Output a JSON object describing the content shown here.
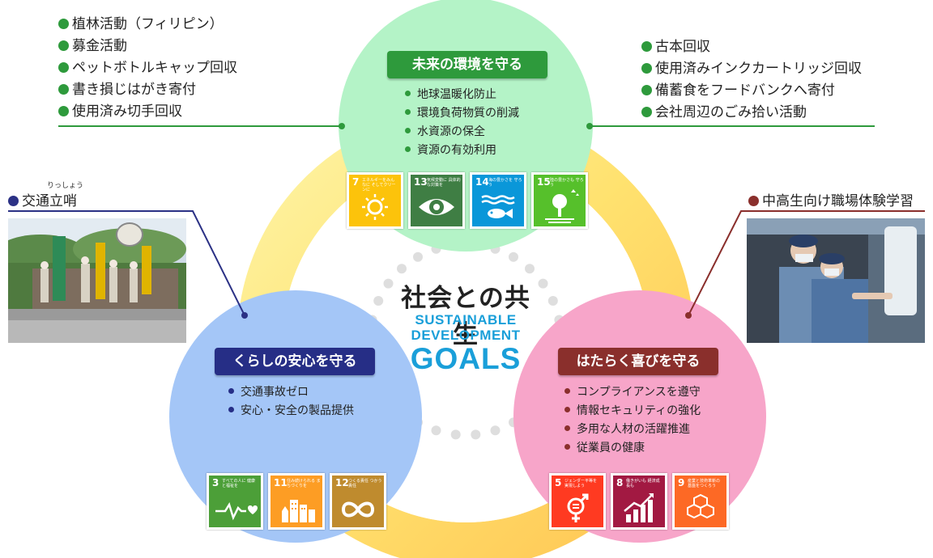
{
  "center_title": "社会との共生",
  "sdg_logo": {
    "line1": "SUSTAINABLE",
    "line2": "DEVELOPMENT",
    "line3": "GOALS"
  },
  "top_left_list": [
    "植林活動（フィリピン）",
    "募金活動",
    "ペットボトルキャップ回収",
    "書き損じはがき寄付",
    "使用済み切手回収"
  ],
  "top_right_list": [
    "古本回収",
    "使用済みインクカートリッジ回収",
    "備蓄食をフードバンクへ寄付",
    "会社周辺のごみ拾い活動"
  ],
  "left_label": {
    "text": "交通立哨",
    "ruby": "りっしょう"
  },
  "right_label": {
    "text": "中高生向け職場体験学習"
  },
  "environment": {
    "title": "未来の環境を守る",
    "items": [
      "地球温暖化防止",
      "環境負荷物質の削減",
      "水資源の保全",
      "資源の有効利用"
    ],
    "goals": [
      {
        "number": "7",
        "text": "エネルギーをみんなに そしてクリーンに",
        "color": "#FCC30B",
        "icon": "sun-icon"
      },
      {
        "number": "13",
        "text": "気候変動に 具体的な対策を",
        "color": "#3F7E44",
        "icon": "eye-globe-icon"
      },
      {
        "number": "14",
        "text": "海の豊かさを 守ろう",
        "color": "#0A97D9",
        "icon": "fish-icon"
      },
      {
        "number": "15",
        "text": "陸の豊かさも 守ろう",
        "color": "#56C02B",
        "icon": "tree-icon"
      }
    ]
  },
  "living": {
    "title": "くらしの安心を守る",
    "items": [
      "交通事故ゼロ",
      "安心・安全の製品提供"
    ],
    "goals": [
      {
        "number": "3",
        "text": "すべての人に 健康と福祉を",
        "color": "#4C9F38",
        "icon": "heartbeat-icon"
      },
      {
        "number": "11",
        "text": "住み続けられる まちづくりを",
        "color": "#FD9D24",
        "icon": "city-icon"
      },
      {
        "number": "12",
        "text": "つくる責任 つかう責任",
        "color": "#BF8B2E",
        "icon": "infinity-icon"
      }
    ]
  },
  "work": {
    "title": "はたらく喜びを守る",
    "items": [
      "コンプライアンスを遵守",
      "情報セキュリティの強化",
      "多用な人材の活躍推進",
      "従業員の健康"
    ],
    "goals": [
      {
        "number": "5",
        "text": "ジェンダー平等を 実現しよう",
        "color": "#FF3A21",
        "icon": "gender-icon"
      },
      {
        "number": "8",
        "text": "働きがいも 経済成長も",
        "color": "#A21942",
        "icon": "growth-chart-icon"
      },
      {
        "number": "9",
        "text": "産業と技術革新の 基盤をつくろう",
        "color": "#FD6925",
        "icon": "cubes-icon"
      }
    ]
  },
  "colors": {
    "green": "#2e9a3c",
    "navy": "#262e86",
    "maroon": "#8a2f2c",
    "green_circle": "#b4f3c7",
    "blue_circle": "#a4c6f7",
    "pink_circle": "#f7a5c9",
    "left_line": "#2b3185",
    "right_line": "#8a2f2c"
  }
}
